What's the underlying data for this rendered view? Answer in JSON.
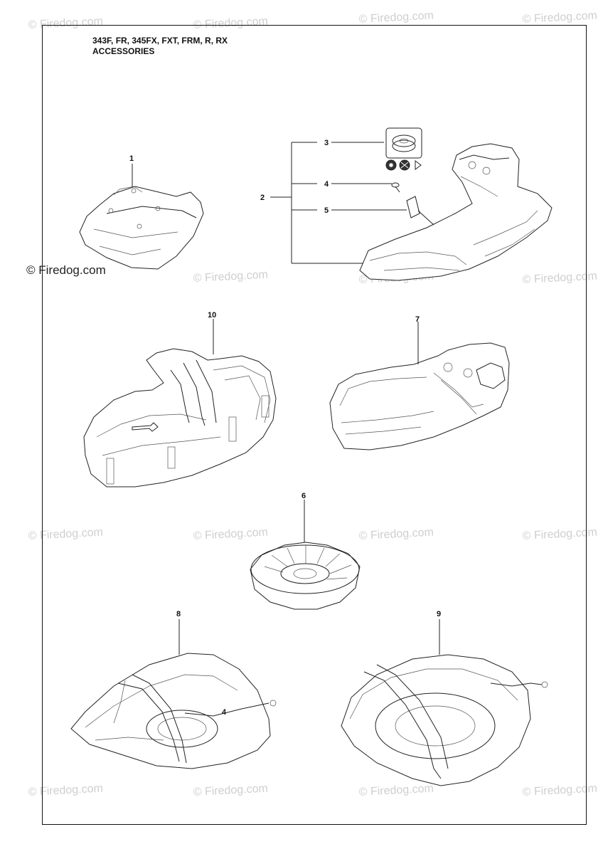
{
  "watermark": "© Firedog.com",
  "title": {
    "line1": "343F, FR, 345FX, FXT, FRM, R, RX",
    "line2": "ACCESSORIES"
  },
  "callouts": {
    "c1": "1",
    "c2": "2",
    "c3": "3",
    "c4": "4",
    "c5": "5",
    "c6": "6",
    "c7": "7",
    "c8": "8",
    "c9": "9",
    "c10": "10",
    "c4b": "4"
  },
  "colors": {
    "line": "#222222",
    "watermark": "#cfcfcf"
  }
}
